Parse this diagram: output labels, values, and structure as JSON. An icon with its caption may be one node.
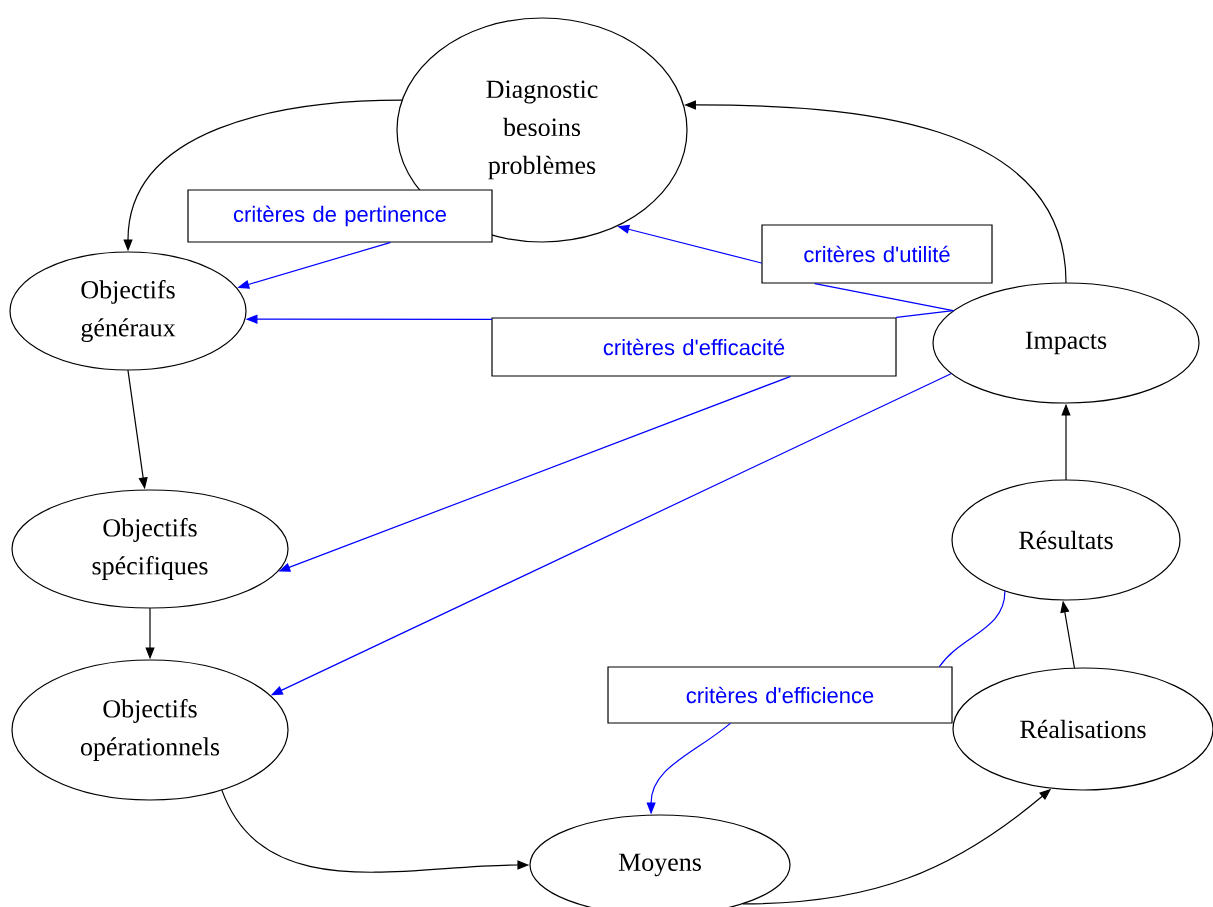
{
  "diagram": {
    "nodes": [
      {
        "text": [
          "Diagnostic besoins problèmes"
        ]
      },
      {
        "text": [
          "Objectifs généraux"
        ]
      },
      {
        "text": [
          "Objectifs spécifiques"
        ]
      },
      {
        "text": [
          "Objectifs opérationnels"
        ]
      },
      {
        "text": [
          "Moyens"
        ]
      },
      {
        "text": [
          "Réalisations"
        ]
      },
      {
        "text": [
          "Résultats"
        ]
      },
      {
        "text": [
          "Impacts"
        ]
      },
      {
        "text": [
          "critères de pertinence"
        ]
      },
      {
        "text": [
          "critères d'utilité"
        ]
      },
      {
        "text": [
          "critères d'efficacité"
        ]
      },
      {
        "text": [
          "critères d'efficience"
        ]
      }
    ],
    "edges": [
      {
        "from": 0,
        "to": 1,
        "arrow": "to",
        "color": "#000000"
      },
      {
        "from": 1,
        "to": 2,
        "arrow": "to",
        "color": "#000000"
      },
      {
        "from": 2,
        "to": 3,
        "arrow": "to",
        "color": "#000000"
      },
      {
        "from": 3,
        "to": 4,
        "arrow": "to",
        "color": "#000000"
      },
      {
        "from": 4,
        "to": 5,
        "arrow": "to",
        "color": "#000000"
      },
      {
        "from": 5,
        "to": 6,
        "arrow": "to",
        "color": "#000000"
      },
      {
        "from": 6,
        "to": 7,
        "arrow": "to",
        "color": "#000000"
      },
      {
        "from": 7,
        "to": 0,
        "arrow": "to",
        "color": "#000000"
      },
      {
        "from": 8,
        "to": 1,
        "arrow": "to"
      },
      {
        "from": 7,
        "to": 9,
        "arrow": "none"
      },
      {
        "from": 9,
        "to": 0,
        "arrow": "to"
      },
      {
        "from": 7,
        "to": 10,
        "arrow": "none"
      },
      {
        "from": 10,
        "to": 1,
        "arrow": "to"
      },
      {
        "from": 10,
        "to": 2,
        "arrow": "to"
      },
      {
        "from": 7,
        "to": 3,
        "arrow": "to"
      },
      {
        "from": 6,
        "to": 11,
        "arrow": "none"
      },
      {
        "from": 11,
        "to": 4,
        "arrow": "to"
      }
    ]
  }
}
